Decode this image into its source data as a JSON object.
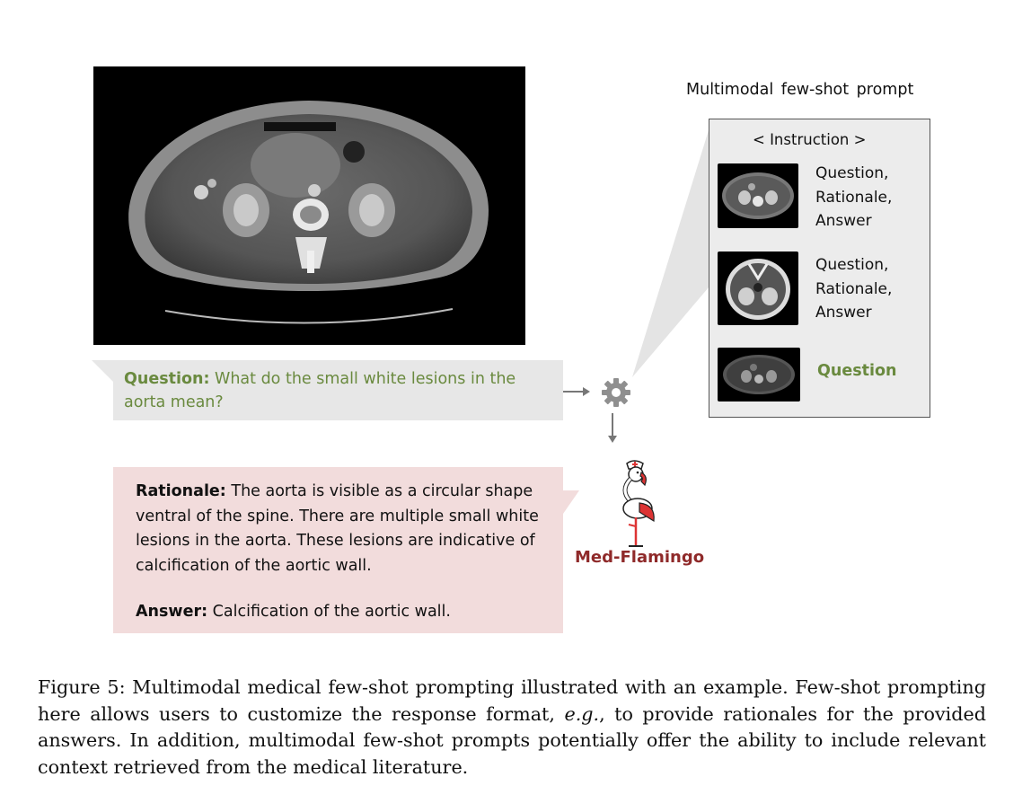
{
  "prompt_panel": {
    "title": "Multimodal few-shot prompt",
    "instruction": "< Instruction >",
    "examples": [
      {
        "text": "Question,\nRationale,\nAnswer"
      },
      {
        "text": "Question,\nRationale,\nAnswer"
      }
    ],
    "query_label": "Question"
  },
  "question": {
    "label": "Question:",
    "text": " What do the small white lesions in the aorta mean?"
  },
  "rationale": {
    "label": "Rationale:",
    "text": " The aorta is visible as a circular shape ventral of the spine. There are multiple small white lesions in the aorta. These lesions are indicative of calcification of the aortic wall.",
    "answer_label": "Answer:",
    "answer_text": " Calcification of the aortic wall."
  },
  "model": {
    "name": "Med-Flamingo"
  },
  "caption": {
    "part1": "Figure 5: Multimodal medical few-shot prompting illustrated with an example. Few-shot prompting here allows users to customize the response format, ",
    "italic": "e.g.",
    "part2": ", to provide rationales for the provided answers. In addition, multimodal few-shot prompts potentially offer the ability to include relevant context retrieved from the medical literature."
  },
  "colors": {
    "question_green": "#6a8a3f",
    "model_red": "#8f2a2a",
    "rationale_bg": "#f2dcdc",
    "panel_bg": "#ececec"
  }
}
